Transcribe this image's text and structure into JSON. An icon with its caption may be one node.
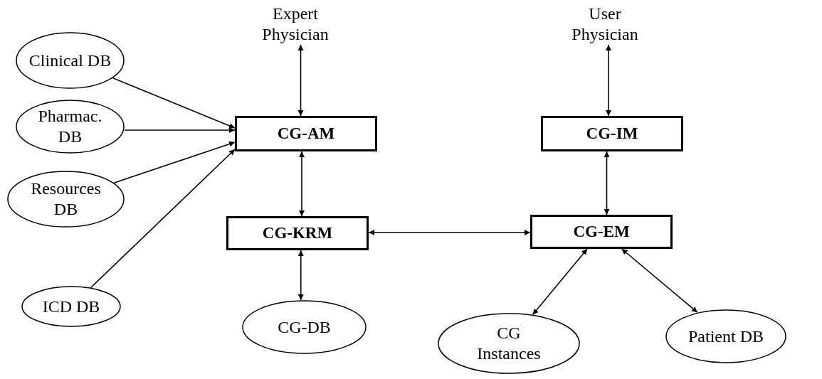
{
  "diagram": {
    "nodes": [
      {
        "text": [
          "Clinical DB"
        ]
      },
      {
        "text": [
          "Pharmac. DB"
        ]
      },
      {
        "text": [
          "Resources DB"
        ]
      },
      {
        "text": [
          "ICD DB"
        ]
      },
      {
        "text": [
          "Expert Physician"
        ]
      },
      {
        "text": [
          "CG-AM"
        ]
      },
      {
        "text": [
          "CG-KRM"
        ]
      },
      {
        "text": [
          "CG-DB"
        ]
      },
      {
        "text": [
          "User Physician"
        ]
      },
      {
        "text": [
          "CG-IM"
        ]
      },
      {
        "text": [
          "CG-EM"
        ]
      },
      {
        "text": [
          "CG Instances"
        ]
      },
      {
        "text": [
          "Patient DB"
        ]
      }
    ],
    "edges": [
      {
        "from": 0,
        "to": 5,
        "arrow": "to"
      },
      {
        "from": 1,
        "to": 5,
        "arrow": "to"
      },
      {
        "from": 2,
        "to": 5,
        "arrow": "to"
      },
      {
        "from": 3,
        "to": 5,
        "arrow": "to"
      },
      {
        "from": 4,
        "to": 5,
        "arrow": "both"
      },
      {
        "from": 5,
        "to": 6,
        "arrow": "both"
      },
      {
        "from": 6,
        "to": 7,
        "arrow": "both"
      },
      {
        "from": 6,
        "to": 10,
        "arrow": "both"
      },
      {
        "from": 8,
        "to": 9,
        "arrow": "both"
      },
      {
        "from": 9,
        "to": 10,
        "arrow": "both"
      },
      {
        "from": 10,
        "to": 11,
        "arrow": "both"
      },
      {
        "from": 10,
        "to": 12,
        "arrow": "both"
      }
    ]
  }
}
